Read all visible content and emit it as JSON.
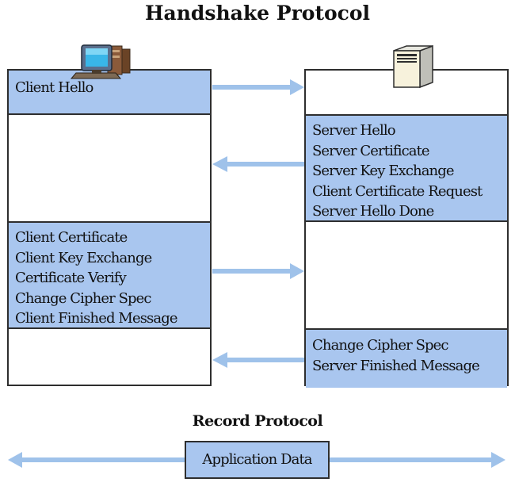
{
  "title": "Handshake Protocol",
  "subtitle": "Record Protocol",
  "client": {
    "icon": "client-computer-icon",
    "hello": [
      "Client Hello"
    ],
    "messages": [
      "Client Certificate",
      "Client Key Exchange",
      "Certificate Verify",
      "Change Cipher Spec",
      "Client Finished Message"
    ]
  },
  "server": {
    "icon": "server-tower-icon",
    "messages": [
      "Server Hello",
      "Server Certificate",
      "Server Key Exchange",
      "Client Certificate Request",
      "Server Hello Done"
    ],
    "finish": [
      "Change Cipher Spec",
      "Server Finished Message"
    ]
  },
  "record": {
    "label": "Application Data"
  },
  "colors": {
    "block_fill": "#a9c6ef",
    "arrow": "#9fc2ea",
    "border": "#2e2e2e"
  }
}
